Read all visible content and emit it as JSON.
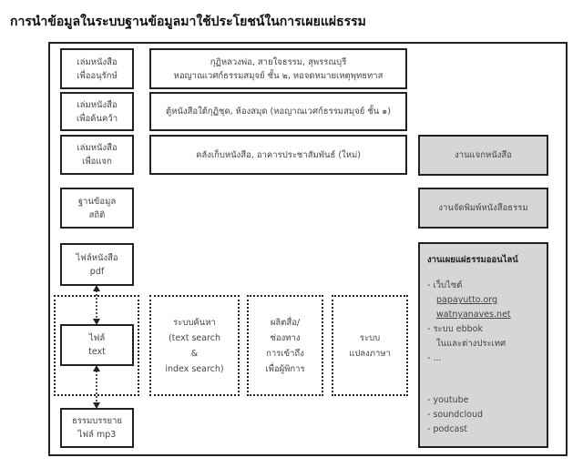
{
  "title": "การนำข้อมูลในระบบฐานข้อมูลมาใช้ประโยชน์ในการเผยแผ่ธรรม",
  "left_column": {
    "preserve_books": [
      "เล่มหนังสือ",
      "เพื่ออนุรักษ์"
    ],
    "research_books": [
      "เล่มหนังสือ",
      "เพื่อค้นคว้า"
    ],
    "giveaway_books": [
      "เล่มหนังสือ",
      "เพื่อแจก"
    ],
    "statistics_db": [
      "ฐานข้อมูล",
      "สถิติ"
    ],
    "pdf_files": [
      "ไฟล์หนังสือ",
      "pdf"
    ],
    "text_files": [
      "ไฟล์",
      "text"
    ],
    "mp3_files": [
      "ธรรมบรรยาย",
      "ไฟล์ mp3"
    ]
  },
  "locations": {
    "preserve": [
      "กุฏิหลวงพ่อ, สายใจธรรม, สุพรรณบุรี",
      "หอญาณเวศก์ธรรมสมุจย์ ชั้น ๒, หอจดหมายเหตุพุทธทาส"
    ],
    "research": [
      "ตู้หนังสือใต้กุฏิชุด, ห้องสมุด (หอญาณเวศก์ธรรมสมุจย์ ชั้น ๑)"
    ],
    "giveaway": [
      "คลังเก็บหนังสือ, อาคารประชาสัมพันธ์ (ใหม่)"
    ]
  },
  "systems": {
    "search": [
      "ระบบค้นหา",
      "(text search",
      "&",
      "index search)"
    ],
    "accessible_media": [
      "ผลิตสื่อ/",
      "ช่องทาง",
      "การเข้าถึง",
      "เพื่อผู้พิการ"
    ],
    "translation": [
      "ระบบ",
      "แปลงภาษา"
    ]
  },
  "activities": {
    "book_distribution": "งานแจกหนังสือ",
    "book_printing": "งานจัดพิมพ์หนังสือธรรม",
    "online": {
      "heading": "งานเผยแผ่ธรรมออนไลน์",
      "website_label": "- เว็บไซต์",
      "websites": [
        "papayutto.org",
        "watnyanaves.net"
      ],
      "ebook_label": "- ระบบ ebbok",
      "ebook_sub": "ในและต่างประเทศ",
      "more": "- ...",
      "channels": [
        "- youtube",
        "- soundcloud",
        "- podcast"
      ]
    }
  }
}
